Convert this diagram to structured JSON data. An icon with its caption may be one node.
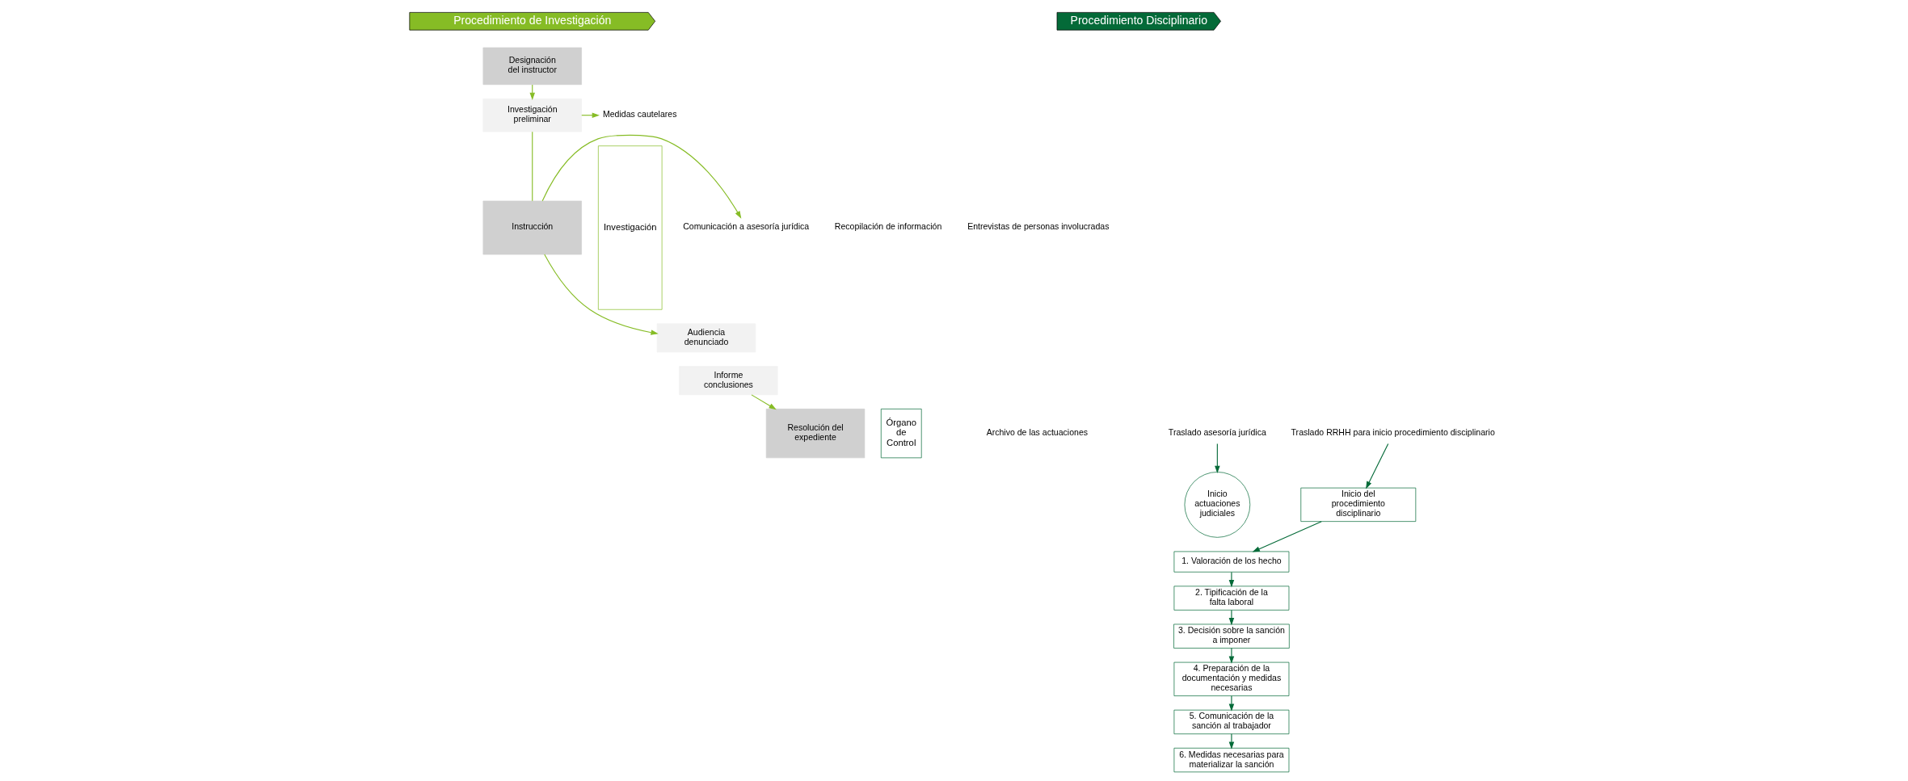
{
  "diagram": {
    "nodes": [
      {
        "text": [
          "Procedimiento de Investigación"
        ]
      },
      {
        "text": [
          "Procedimiento Disciplinario"
        ]
      },
      {
        "text": [
          "Investigación"
        ]
      },
      {
        "text": [
          "Órgano de Control"
        ]
      },
      {
        "text": [
          "Designación del instructor"
        ]
      },
      {
        "text": [
          "Investigación preliminar"
        ]
      },
      {
        "text": [
          "Instrucción"
        ]
      },
      {
        "text": [
          "Audiencia denunciado"
        ]
      },
      {
        "text": [
          "Informe conclusiones"
        ]
      },
      {
        "text": [
          "Resolución del expediente"
        ]
      },
      {
        "text": [
          "Medidas cautelares"
        ]
      },
      {
        "text": [
          "Comunicación a asesoría jurídica"
        ]
      },
      {
        "text": [
          "Traslado asesoría jurídica"
        ]
      },
      {
        "text": [
          "Traslado RRHH para inicio procedimiento disciplinario"
        ]
      },
      {
        "text": [
          "Inicio actuaciones judiciales"
        ]
      },
      {
        "text": [
          "Inicio del procedimiento disciplinario"
        ]
      },
      {
        "text": [
          "1. Valoración de los hecho"
        ]
      },
      {
        "text": [
          "2. Tipificación de la falta laboral"
        ]
      },
      {
        "text": [
          "3. Decisión sobre la sanción a imponer"
        ]
      },
      {
        "text": [
          "4. Preparación de la documentación y medidas necesarias"
        ]
      },
      {
        "text": [
          "5. Comunicación de la sanción al trabajador"
        ]
      },
      {
        "text": [
          "6. Medidas necesarias para materializar la sanción"
        ]
      }
    ],
    "edges": [
      {
        "from": 4,
        "to": 5,
        "arrow": "to",
        "color": "#86bc25"
      },
      {
        "from": 5,
        "to": 6,
        "arrow": "none",
        "color": "#86bc25"
      },
      {
        "from": 6,
        "to": 7,
        "arrow": "to",
        "color": "#86bc25"
      },
      {
        "from": 8,
        "to": 9,
        "arrow": "to",
        "color": "#86bc25"
      },
      {
        "from": 5,
        "to": 10,
        "arrow": "to",
        "color": "#86bc25"
      },
      {
        "from": 6,
        "to": 11,
        "arrow": "to",
        "color": "#86bc25"
      },
      {
        "from": 12,
        "to": 14,
        "arrow": "to"
      },
      {
        "from": 13,
        "to": 15,
        "arrow": "to"
      },
      {
        "from": 15,
        "to": 16,
        "arrow": "to"
      },
      {
        "from": 16,
        "to": 17,
        "arrow": "to"
      },
      {
        "from": 17,
        "to": 18,
        "arrow": "to"
      },
      {
        "from": 18,
        "to": 19,
        "arrow": "to"
      },
      {
        "from": 19,
        "to": 20,
        "arrow": "to"
      },
      {
        "from": 20,
        "to": 21,
        "arrow": "to"
      }
    ],
    "labels": [
      "Recopilación de información",
      "Entrevistas de personas involucradas",
      "Archivo de las actuaciones"
    ]
  }
}
